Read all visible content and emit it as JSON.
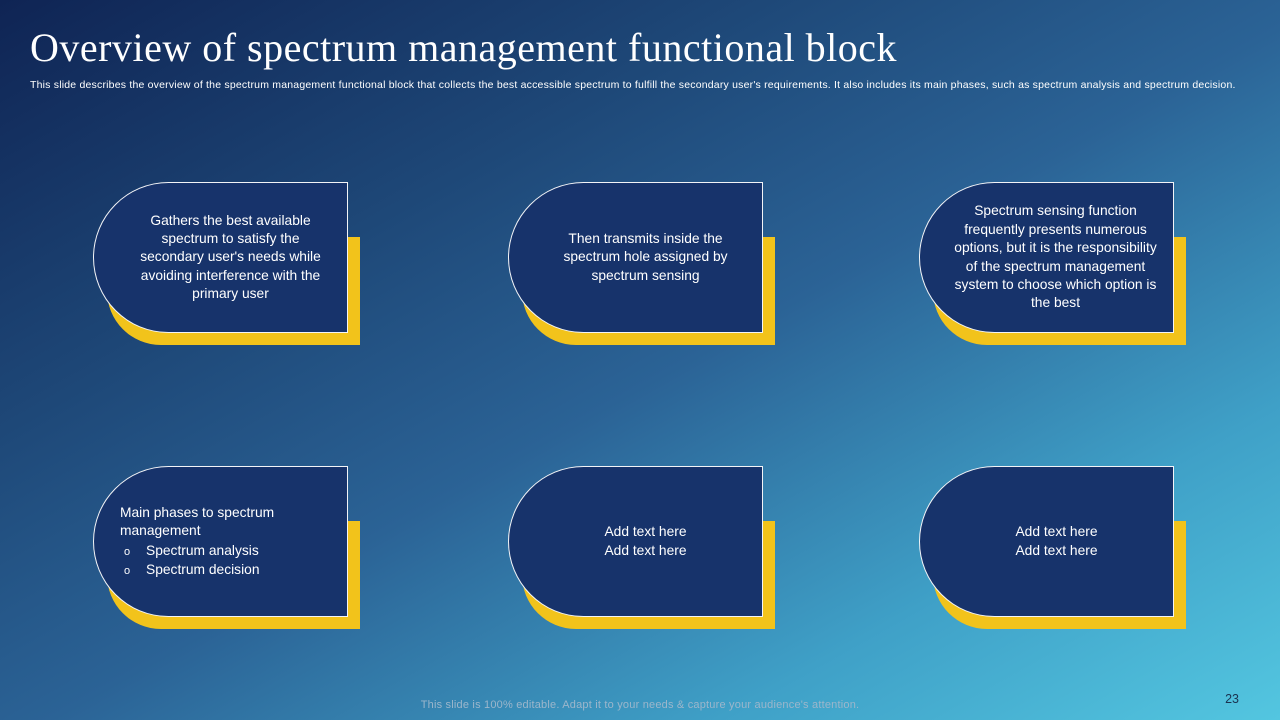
{
  "slide": {
    "title": "Overview of spectrum management functional block",
    "subtitle": "This slide describes the overview of the spectrum management functional block that collects the best accessible spectrum to fulfill the secondary user's requirements. It also includes its main phases, such as spectrum analysis and spectrum decision.",
    "footer": "This slide is 100% editable. Adapt it to your needs & capture your audience's attention.",
    "page_number": "23"
  },
  "cards": [
    {
      "text": "Gathers the best available spectrum to satisfy the secondary user's needs while avoiding interference with the primary user"
    },
    {
      "text": "Then transmits inside the spectrum hole assigned by spectrum sensing"
    },
    {
      "text": "Spectrum sensing function frequently presents numerous options, but it is the responsibility of the spectrum management system to choose which option is the best"
    },
    {
      "heading": "Main phases to spectrum management",
      "bullet_marker": "o",
      "bullets": [
        "Spectrum analysis",
        "Spectrum decision"
      ]
    },
    {
      "lines": [
        "Add text here",
        "Add text here"
      ]
    },
    {
      "lines": [
        "Add text here",
        "Add text here"
      ]
    }
  ],
  "colors": {
    "background_top_left": "#0F2454",
    "background_center": "#2B6396",
    "background_bottom_right": "#53C6E0",
    "card_fill": "#17336B",
    "card_border": "#FFFFFF",
    "card_shadow": "#F2C31B",
    "title_text": "#FFFFFF",
    "body_text": "#FFFFFF",
    "footer_text": "#9CB6CB",
    "page_number_text": "#1B3350"
  }
}
